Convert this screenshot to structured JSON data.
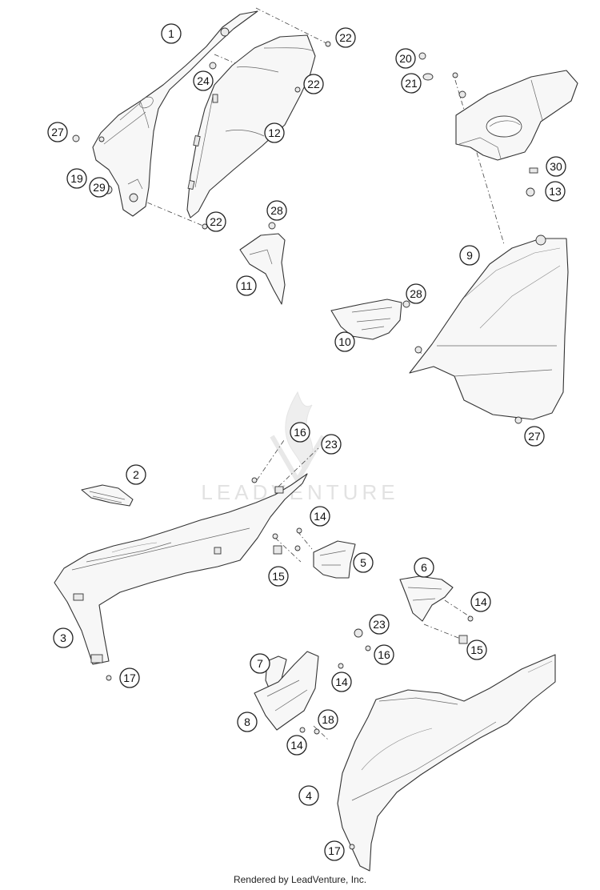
{
  "watermark": "LEADVENTURE",
  "footer_text": "Rendered by LeadVenture, Inc.",
  "callouts": {
    "c1": "1",
    "c2": "2",
    "c3": "3",
    "c4": "4",
    "c5": "5",
    "c6": "6",
    "c7": "7",
    "c8": "8",
    "c9": "9",
    "c10": "10",
    "c11": "11",
    "c12": "12",
    "c13": "13",
    "c14a": "14",
    "c14b": "14",
    "c14c": "14",
    "c14d": "14",
    "c15a": "15",
    "c15b": "15",
    "c16a": "16",
    "c16b": "16",
    "c17a": "17",
    "c17b": "17",
    "c18": "18",
    "c19": "19",
    "c20": "20",
    "c21": "21",
    "c22a": "22",
    "c22b": "22",
    "c22c": "22",
    "c23a": "23",
    "c23b": "23",
    "c24": "24",
    "c27a": "27",
    "c27b": "27",
    "c28a": "28",
    "c28b": "28",
    "c29": "29",
    "c30": "30"
  }
}
